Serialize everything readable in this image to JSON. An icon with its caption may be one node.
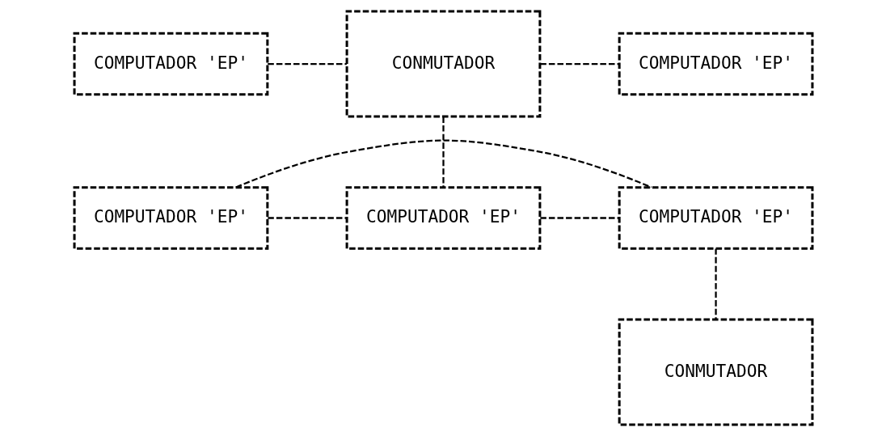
{
  "diagram": {
    "nodes": [
      {
        "text": [
          "COMPUTADOR 'EP'"
        ]
      },
      {
        "text": [
          "CONMUTADOR"
        ]
      },
      {
        "text": [
          "COMPUTADOR 'EP'"
        ]
      },
      {
        "text": [
          "COMPUTADOR 'EP'"
        ]
      },
      {
        "text": [
          "COMPUTADOR 'EP'"
        ]
      },
      {
        "text": [
          "COMPUTADOR 'EP'"
        ]
      },
      {
        "text": [
          "CONMUTADOR"
        ]
      }
    ],
    "edges": [
      {
        "from": 0,
        "to": 1,
        "arrow": "none"
      },
      {
        "from": 1,
        "to": 2,
        "arrow": "none"
      },
      {
        "from": 1,
        "to": 4,
        "arrow": "none"
      },
      {
        "from": 3,
        "to": 4,
        "arrow": "none"
      },
      {
        "from": 4,
        "to": 5,
        "arrow": "none"
      },
      {
        "from": 3,
        "to": 5,
        "arrow": "none"
      },
      {
        "from": 5,
        "to": 6,
        "arrow": "none"
      }
    ]
  }
}
